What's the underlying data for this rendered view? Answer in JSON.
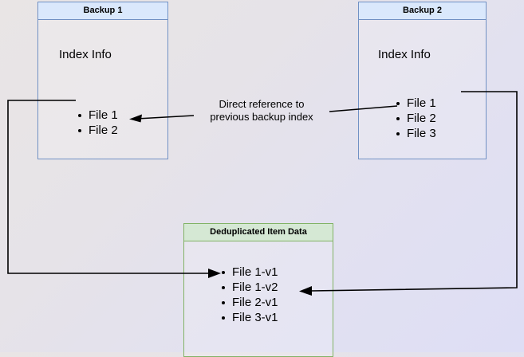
{
  "diagram": {
    "title": "Backup deduplication index reference diagram",
    "background": {
      "from": "#e9e5e5",
      "to": "#dedef5"
    },
    "colors": {
      "blue_border": "#7191c4",
      "blue_fill": "#dae8fc",
      "green_border": "#82b366",
      "green_fill": "#d5e8d4",
      "arrow": "#000000"
    }
  },
  "boxes": {
    "backup1": {
      "header": "Backup 1",
      "section_label": "Index Info",
      "files": [
        "File 1",
        "File 2"
      ]
    },
    "backup2": {
      "header": "Backup 2",
      "section_label": "Index Info",
      "files": [
        "File 1",
        "File 2",
        "File 3"
      ]
    },
    "dedup": {
      "header": "Deduplicated Item Data",
      "files": [
        "File 1-v1",
        "File 1-v2",
        "File 2-v1",
        "File 3-v1"
      ]
    }
  },
  "annotations": {
    "direct_reference": "Direct reference to\nprevious backup index"
  },
  "connectors": [
    {
      "name": "backup2-index-to-backup1-index",
      "from": "Backup 2 File 2",
      "to": "Backup 1 File 2"
    },
    {
      "name": "backup1-files-to-dedup-data",
      "from": "Backup 1 File 1",
      "to": "File 1-v1"
    },
    {
      "name": "backup2-files-to-dedup-data",
      "from": "Backup 2 File 1",
      "to": "File 1-v2"
    }
  ]
}
